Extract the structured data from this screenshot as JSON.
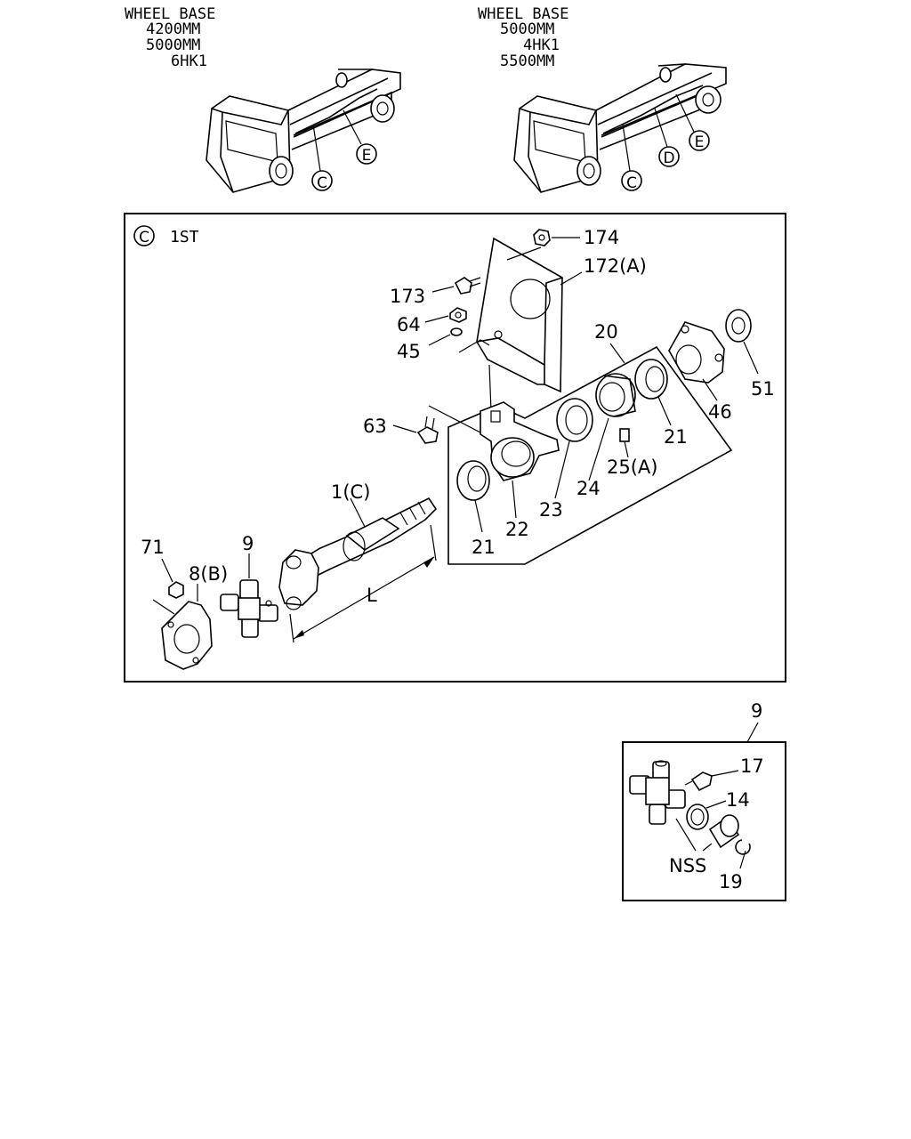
{
  "vehicle_left": {
    "lines": [
      "WHEEL BASE",
      "4200MM",
      "5000MM",
      "6HK1"
    ],
    "callouts": [
      "C",
      "E"
    ]
  },
  "vehicle_right": {
    "lines": [
      "WHEEL BASE",
      "5000MM",
      "4HK1",
      "5500MM"
    ],
    "callouts": [
      "C",
      "D",
      "E"
    ]
  },
  "main_panel": {
    "section_mark": "C",
    "section_label": "1ST",
    "dimension_label": "L",
    "parts": {
      "p174": "174",
      "p172": "172(A)",
      "p173": "173",
      "p64": "64",
      "p45": "45",
      "p20": "20",
      "p51": "51",
      "p46": "46",
      "p63": "63",
      "p21a": "21",
      "p25": "25(A)",
      "p24": "24",
      "p23": "23",
      "p22": "22",
      "p21b": "21",
      "p1": "1(C)",
      "p71": "71",
      "p9": "9",
      "p8": "8(B)"
    }
  },
  "detail_panel": {
    "ref": "9",
    "parts": {
      "p17": "17",
      "p14": "14",
      "nss": "NSS",
      "p19": "19"
    }
  }
}
